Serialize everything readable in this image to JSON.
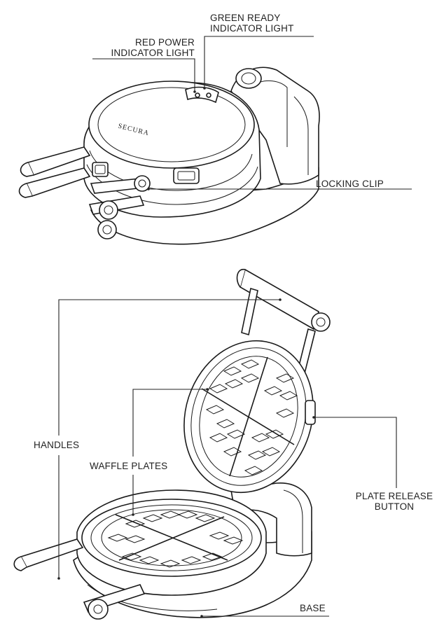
{
  "labels": {
    "green_ready_line1": "GREEN READY",
    "green_ready_line2": "INDICATOR LIGHT",
    "red_power_line1": "RED POWER",
    "red_power_line2": "INDICATOR LIGHT",
    "locking_clip": "LOCKING CLIP",
    "handles": "HANDLES",
    "waffle_plates": "WAFFLE PLATES",
    "plate_release_line1": "PLATE RELEASE",
    "plate_release_line2": "BUTTON",
    "base": "BASE"
  },
  "brand_logo_text": "SECURA"
}
